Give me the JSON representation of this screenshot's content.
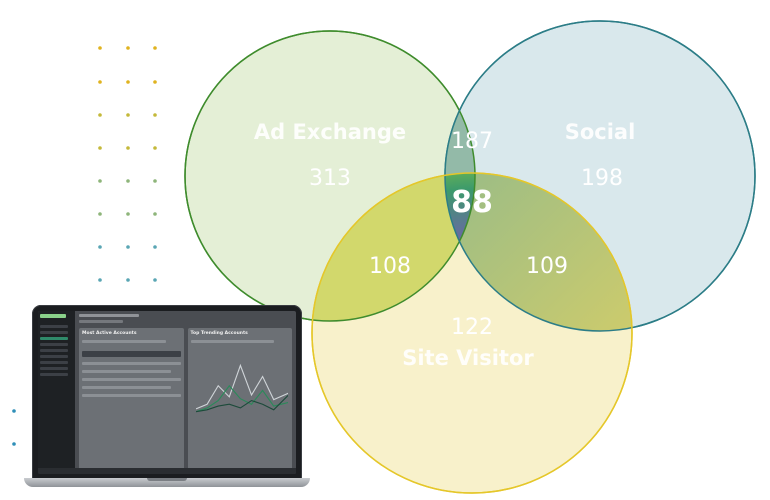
{
  "venn": {
    "sets": {
      "ad_exchange": {
        "name": "Ad Exchange",
        "only": "313"
      },
      "social": {
        "name": "Social",
        "only": "198"
      },
      "site_visitor": {
        "name": "Site Visitor",
        "only": "122"
      }
    },
    "overlaps": {
      "ad_exchange_social": "187",
      "ad_exchange_site_visitor": "108",
      "social_site_visitor": "109",
      "all_three": "88"
    },
    "colors": {
      "ad_exchange_stroke": "#3f8c2d",
      "ad_exchange_fill": "#e4efd6",
      "social_stroke": "#2c7d87",
      "social_fill": "#d9e8ec",
      "site_visitor_stroke": "#e5c72a",
      "site_visitor_fill": "#f8f0c8"
    }
  },
  "laptop_screen": {
    "panel_left_title": "Most Active Accounts",
    "panel_right_title": "Top Trending Accounts"
  },
  "decor": {
    "dot_colors": [
      "#e0b31f",
      "#c4b93a",
      "#8eb57a",
      "#5aa6b4",
      "#2f8fb8"
    ]
  }
}
